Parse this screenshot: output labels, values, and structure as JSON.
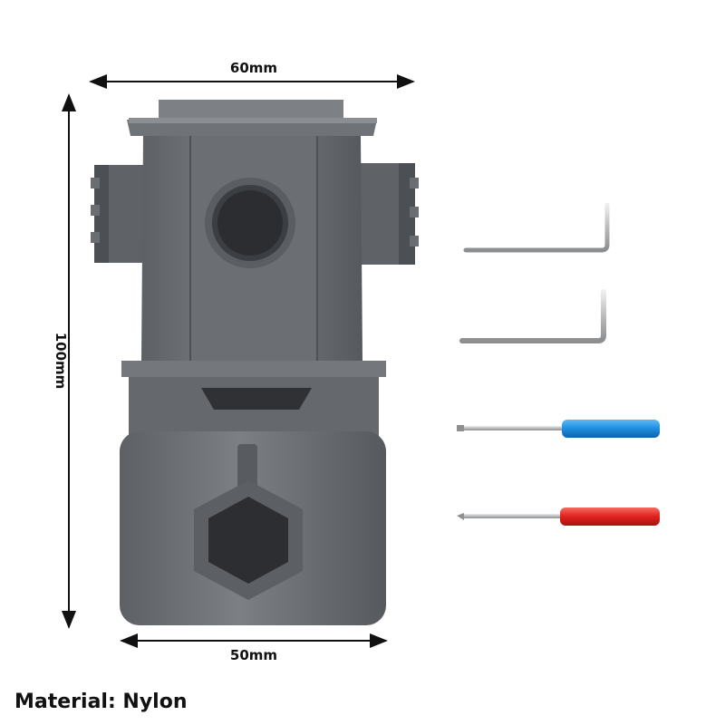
{
  "dimensions": {
    "top_width": "60mm",
    "height": "100mm",
    "bottom_width": "50mm"
  },
  "material": "Material: Nylon",
  "colors": {
    "body": "#6e7175",
    "body_dark": "#55585c",
    "body_light": "#8a8d91",
    "screwdriver_blue": "#1e8fe0",
    "screwdriver_red": "#e0221e",
    "metal": "#c9cbcc"
  },
  "accessories": [
    "hex-key-small",
    "hex-key-large",
    "flathead-screwdriver",
    "phillips-screwdriver"
  ]
}
